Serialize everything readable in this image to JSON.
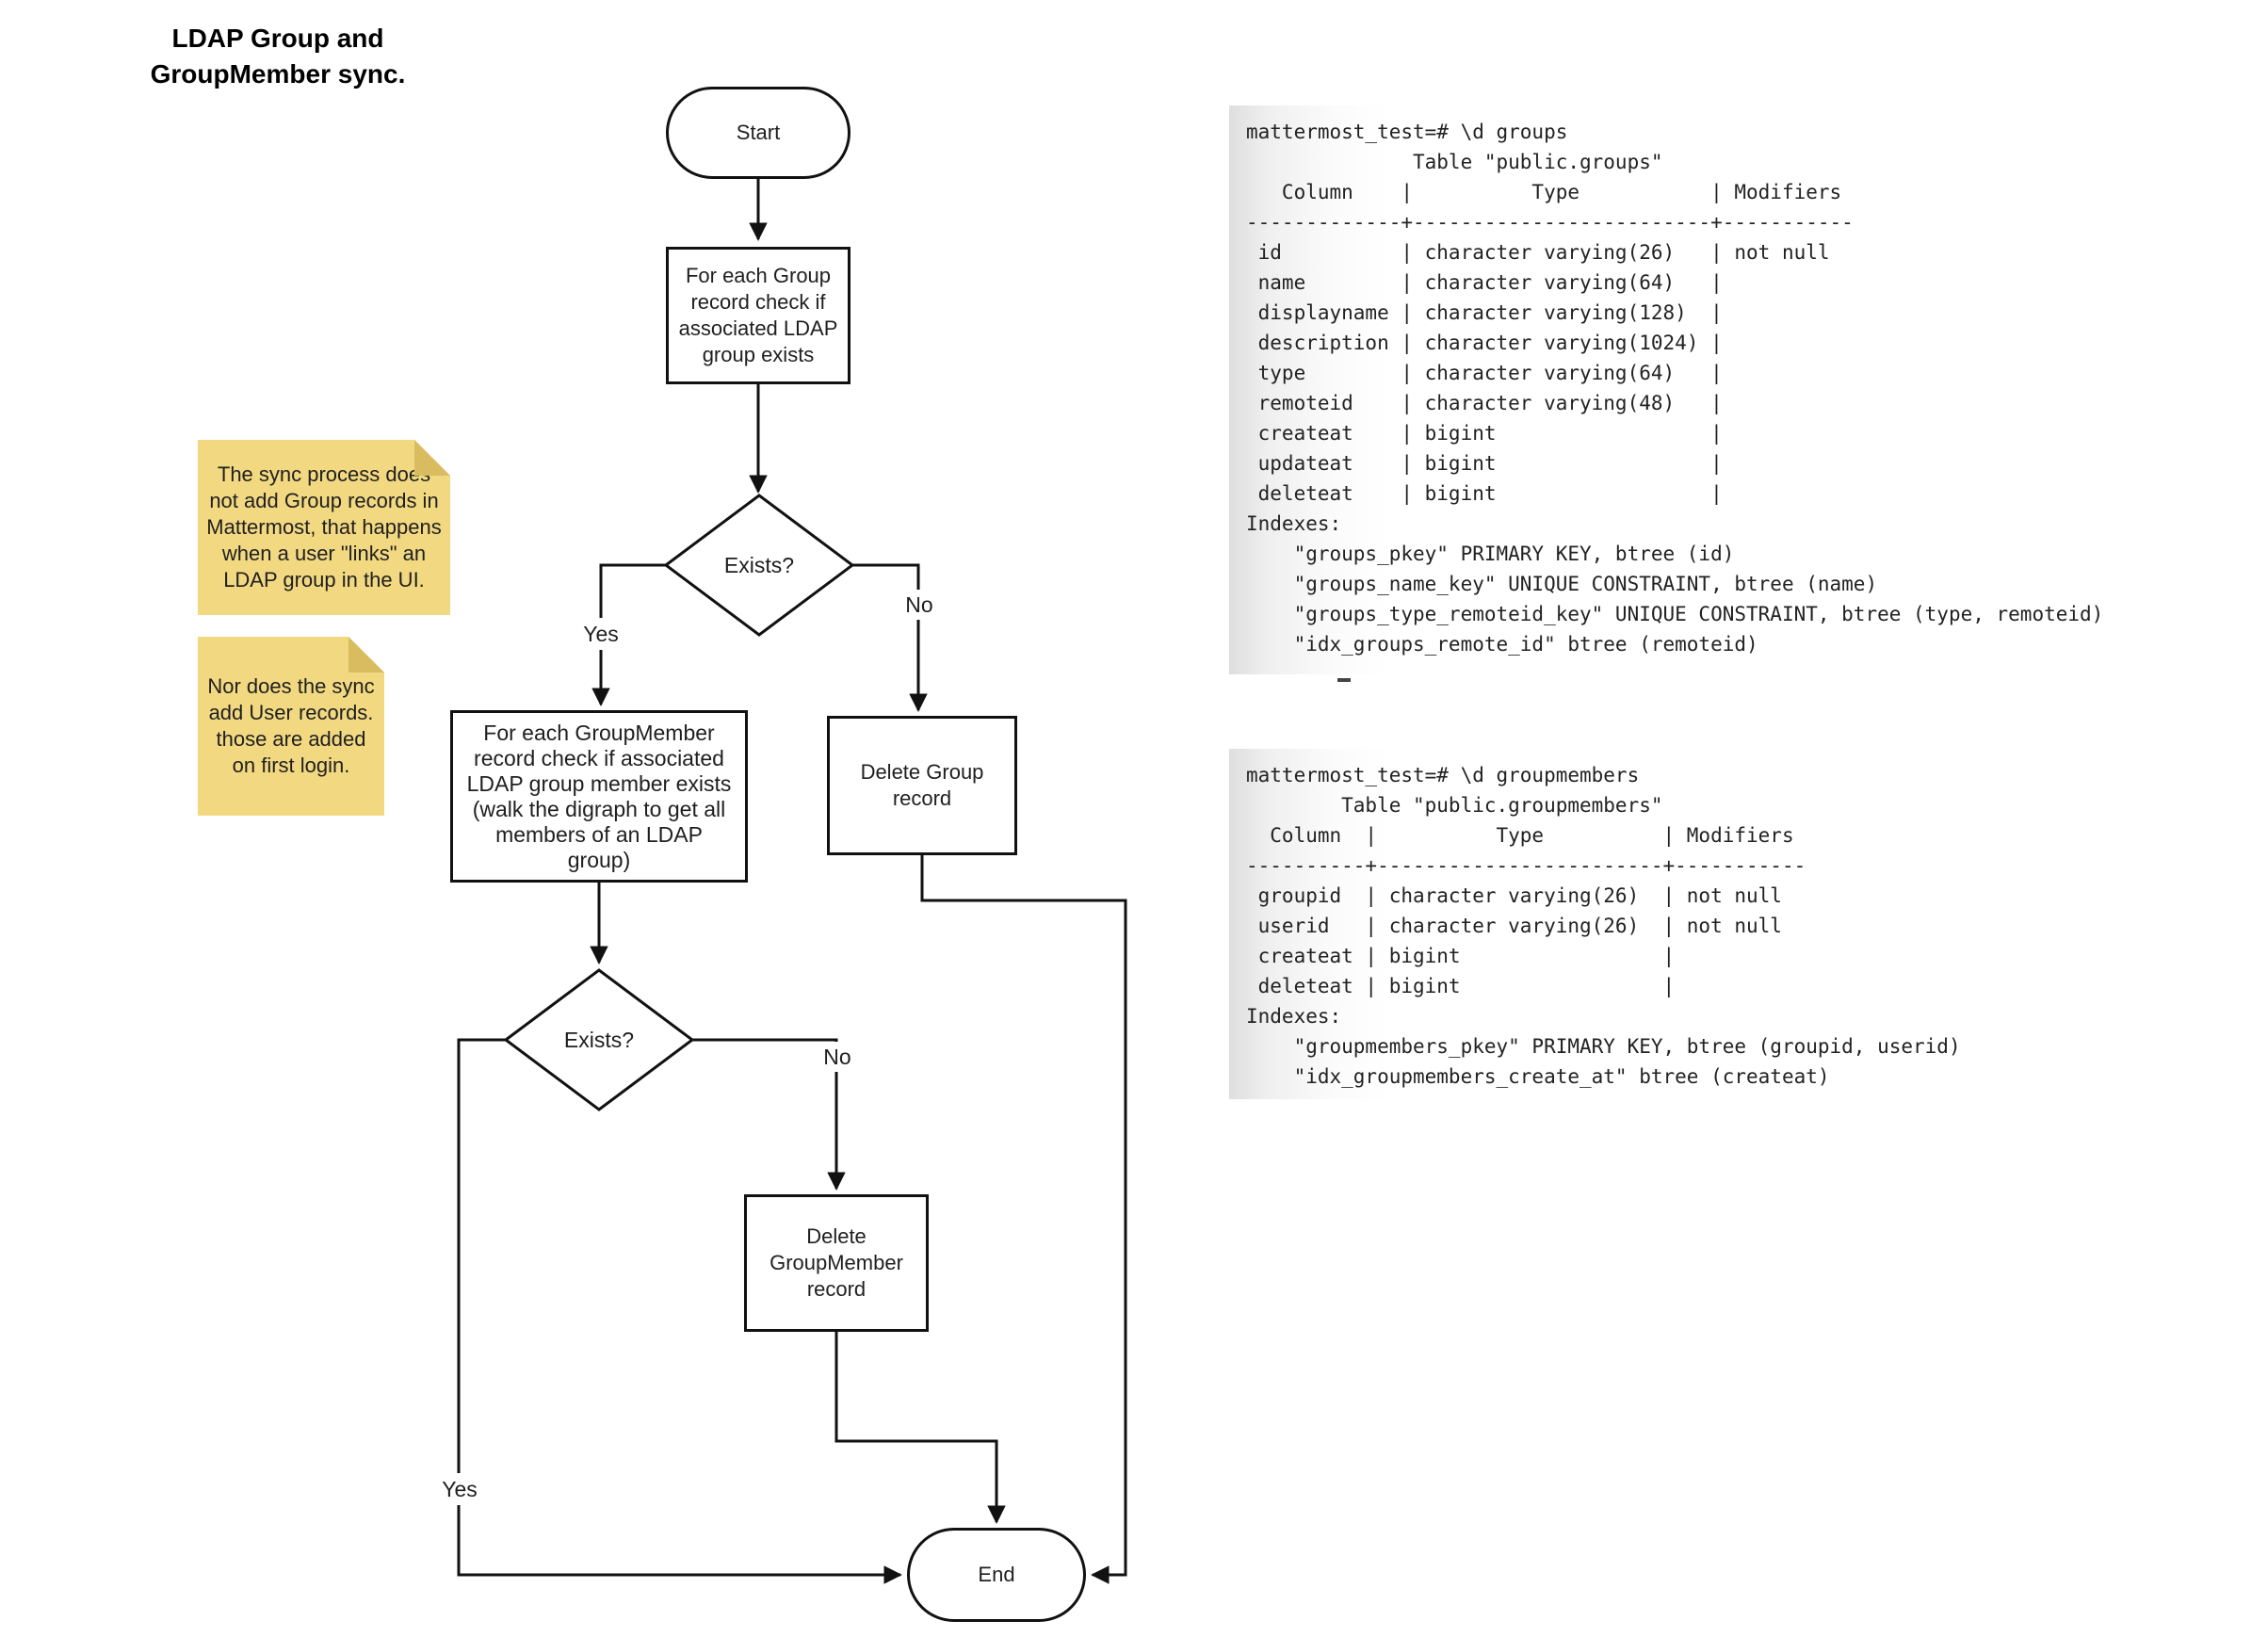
{
  "title": {
    "line1": "LDAP Group and",
    "line2": "GroupMember sync."
  },
  "flowchart": {
    "nodes": {
      "start": "Start",
      "check_group": "For each Group record check if associated LDAP group exists",
      "exists1": "Exists?",
      "check_member": "For each GroupMember record check if associated LDAP group member exists (walk the digraph to get all members of an LDAP group)",
      "delete_group": "Delete Group record",
      "exists2": "Exists?",
      "delete_member": "Delete GroupMember record",
      "end": "End"
    },
    "labels": {
      "yes1": "Yes",
      "no1": "No",
      "yes2": "Yes",
      "no2": "No"
    },
    "line_color": "#111111",
    "node_fill": "#ffffff"
  },
  "notes": [
    {
      "text": "The sync process does\nnot add Group records in\nMattermost, that happens\nwhen a user \"links\" an\nLDAP group in the UI.",
      "color": "#f2d981",
      "fold_color": "#d9bc5f"
    },
    {
      "text": "Nor does the sync\nadd User records.\nthose are added\non first login.",
      "color": "#f2d981",
      "fold_color": "#d9bc5f"
    }
  ],
  "terminals": [
    {
      "text": "mattermost_test=# \\d groups\n              Table \"public.groups\"\n   Column    |          Type           | Modifiers\n-------------+-------------------------+-----------\n id          | character varying(26)   | not null\n name        | character varying(64)   | \n displayname | character varying(128)  | \n description | character varying(1024) | \n type        | character varying(64)   | \n remoteid    | character varying(48)   | \n createat    | bigint                  | \n updateat    | bigint                  | \n deleteat    | bigint                  | \nIndexes:\n    \"groups_pkey\" PRIMARY KEY, btree (id)\n    \"groups_name_key\" UNIQUE CONSTRAINT, btree (name)\n    \"groups_type_remoteid_key\" UNIQUE CONSTRAINT, btree (type, remoteid)\n    \"idx_groups_remote_id\" btree (remoteid)"
    },
    {
      "text": "mattermost_test=# \\d groupmembers\n        Table \"public.groupmembers\"\n  Column  |          Type          | Modifiers\n----------+------------------------+-----------\n groupid  | character varying(26)  | not null\n userid   | character varying(26)  | not null\n createat | bigint                 | \n deleteat | bigint                 | \nIndexes:\n    \"groupmembers_pkey\" PRIMARY KEY, btree (groupid, userid)\n    \"idx_groupmembers_create_at\" btree (createat)"
    }
  ]
}
